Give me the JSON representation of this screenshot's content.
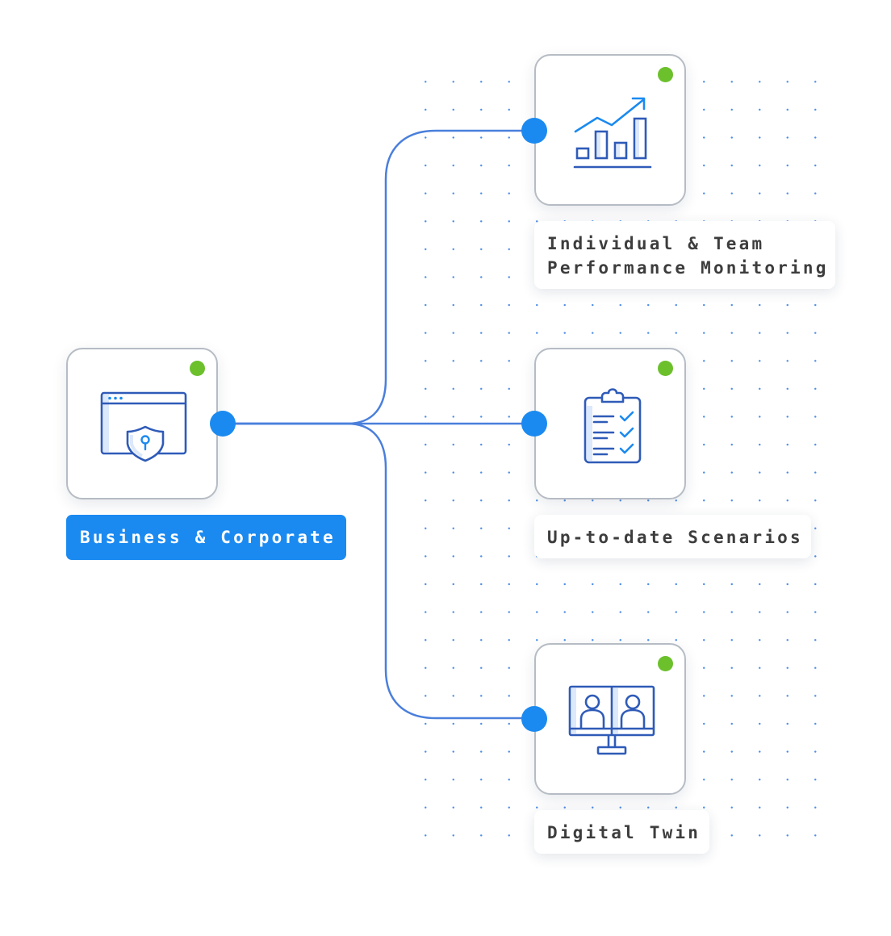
{
  "colors": {
    "accent": "#1b8af0",
    "connector": "#4a7fdc",
    "icon_stroke": "#2f5bb8",
    "icon_accent": "#1b8af0",
    "status": "#6cc02c",
    "card_border": "#b6bcc4"
  },
  "source": {
    "label": "Business & Corporate",
    "icon": "browser-shield-icon"
  },
  "targets": [
    {
      "label": "Individual & Team\nPerformance Monitoring",
      "icon": "bar-chart-growth-icon"
    },
    {
      "label": "Up-to-date Scenarios",
      "icon": "clipboard-checklist-icon"
    },
    {
      "label": "Digital Twin",
      "icon": "monitor-users-icon"
    }
  ]
}
